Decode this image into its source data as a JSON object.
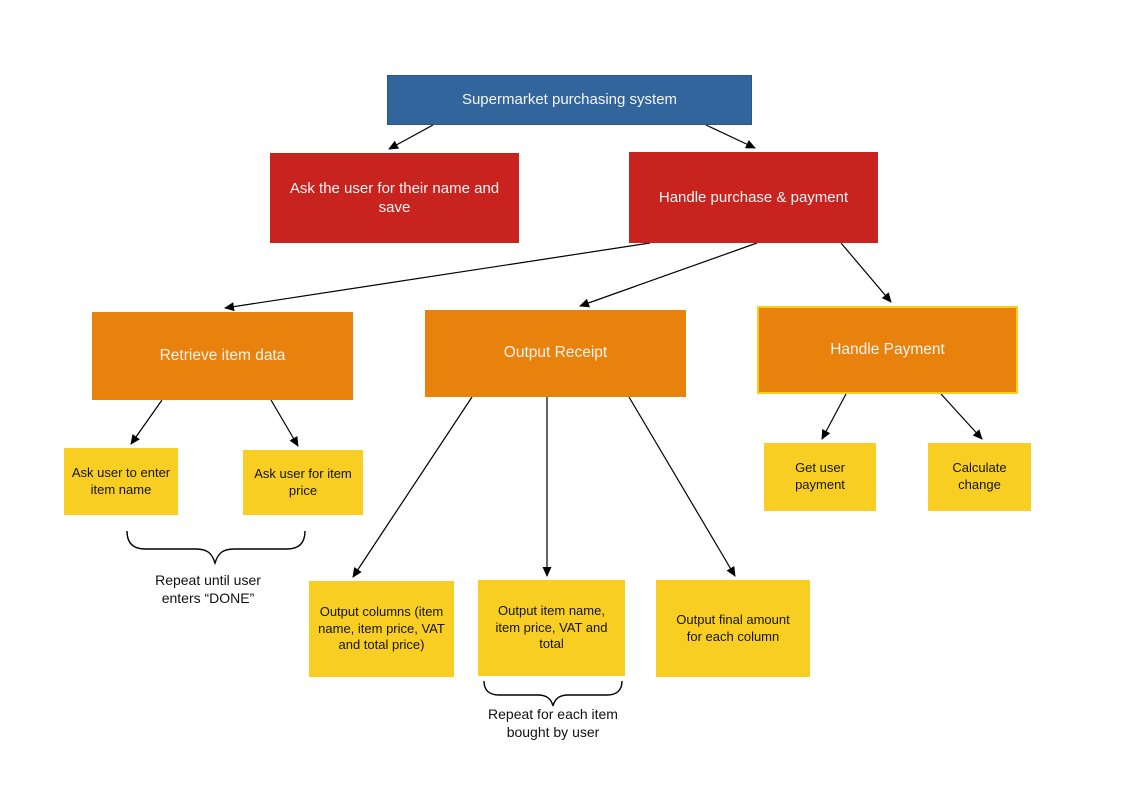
{
  "diagram": {
    "title": "Supermarket purchasing system",
    "type": "hierarchy-flowchart",
    "colors": {
      "level1_blue": "#31659B",
      "level2_red": "#C8231F",
      "level3_orange": "#E8820D",
      "level4_yellow": "#F8CE22",
      "connector_black": "#000000",
      "text_on_dark": "#F5F5F5",
      "text_on_yellow": "#151515"
    },
    "nodes": {
      "root": {
        "label": "Supermarket purchasing system"
      },
      "ask_name": {
        "label": "Ask the user for their name and save"
      },
      "handle_purchase": {
        "label": "Handle purchase & payment"
      },
      "retrieve_item_data": {
        "label": "Retrieve item data"
      },
      "output_receipt": {
        "label": "Output Receipt"
      },
      "handle_payment": {
        "label": "Handle Payment"
      },
      "ask_item_name": {
        "label": "Ask user to enter item name"
      },
      "ask_item_price": {
        "label": "Ask user for item price"
      },
      "output_columns": {
        "label": "Output columns (item name, item price, VAT and total price)"
      },
      "output_item_line": {
        "label": "Output item name, item price, VAT and total"
      },
      "output_final_amount": {
        "label": "Output final amount for each column"
      },
      "get_user_payment": {
        "label": "Get user payment"
      },
      "calculate_change": {
        "label": "Calculate change"
      }
    },
    "annotations": {
      "repeat_done": "Repeat until user enters “DONE”",
      "repeat_items": "Repeat for each item bought by user"
    },
    "edges": [
      "root→ask_name",
      "root→handle_purchase",
      "handle_purchase→retrieve_item_data",
      "handle_purchase→output_receipt",
      "handle_purchase→handle_payment",
      "retrieve_item_data→ask_item_name",
      "retrieve_item_data→ask_item_price",
      "output_receipt→output_columns",
      "output_receipt→output_item_line",
      "output_receipt→output_final_amount",
      "handle_payment→get_user_payment",
      "handle_payment→calculate_change"
    ]
  }
}
